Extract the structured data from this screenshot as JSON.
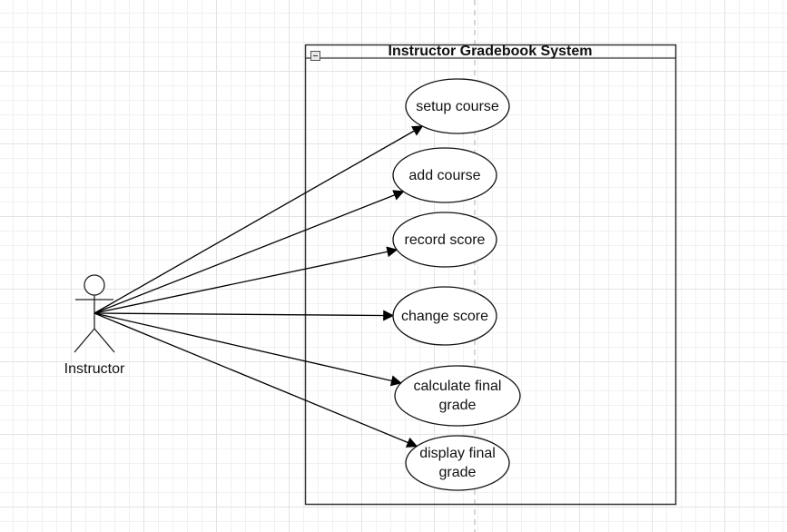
{
  "diagram": {
    "system_title": "Instructor Gradebook System",
    "actor": {
      "label": "Instructor"
    },
    "use_cases": [
      {
        "label": "setup course"
      },
      {
        "label": "add course"
      },
      {
        "label": "record score"
      },
      {
        "label": "change score"
      },
      {
        "label": "calculate final\ngrade"
      },
      {
        "label": "display final\ngrade"
      }
    ]
  },
  "colors": {
    "line": "#000000",
    "grid": "#e3e3e3",
    "divider": "#c8c8c8"
  }
}
